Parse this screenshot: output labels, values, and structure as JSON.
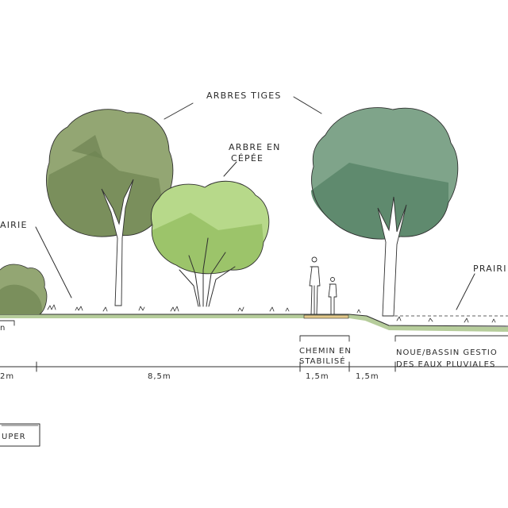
{
  "labels": {
    "arbres_tiges": "ARBRES TIGES",
    "arbre_cepee_line1": "ARBRE EN",
    "arbre_cepee_line2": "CÉPÉE",
    "prairie_left": "AIRIE",
    "prairie_right": "PRAIRI",
    "chemin_line1": "CHEMIN EN",
    "chemin_line2": "STABILISÉ",
    "noue_line1": "NOUE/BASSIN GESTIO",
    "noue_line2": "DES EAUX PLUVIALES",
    "left_dim_fragment": "n",
    "coupe_box": "UPER"
  },
  "dimensions": {
    "d1": "2m",
    "d2": "8,5m",
    "d3": "1,5m",
    "d4": "1,5m"
  },
  "colors": {
    "tree_dark_olive": "#7a8f5c",
    "tree_olive_light": "#93a673",
    "tree_lime": "#9cc46a",
    "tree_lime_light": "#b7d98a",
    "tree_teal": "#5f8a6e",
    "tree_teal_light": "#7fa48a",
    "ground": "#a9c48a",
    "path": "#e3c98a"
  }
}
